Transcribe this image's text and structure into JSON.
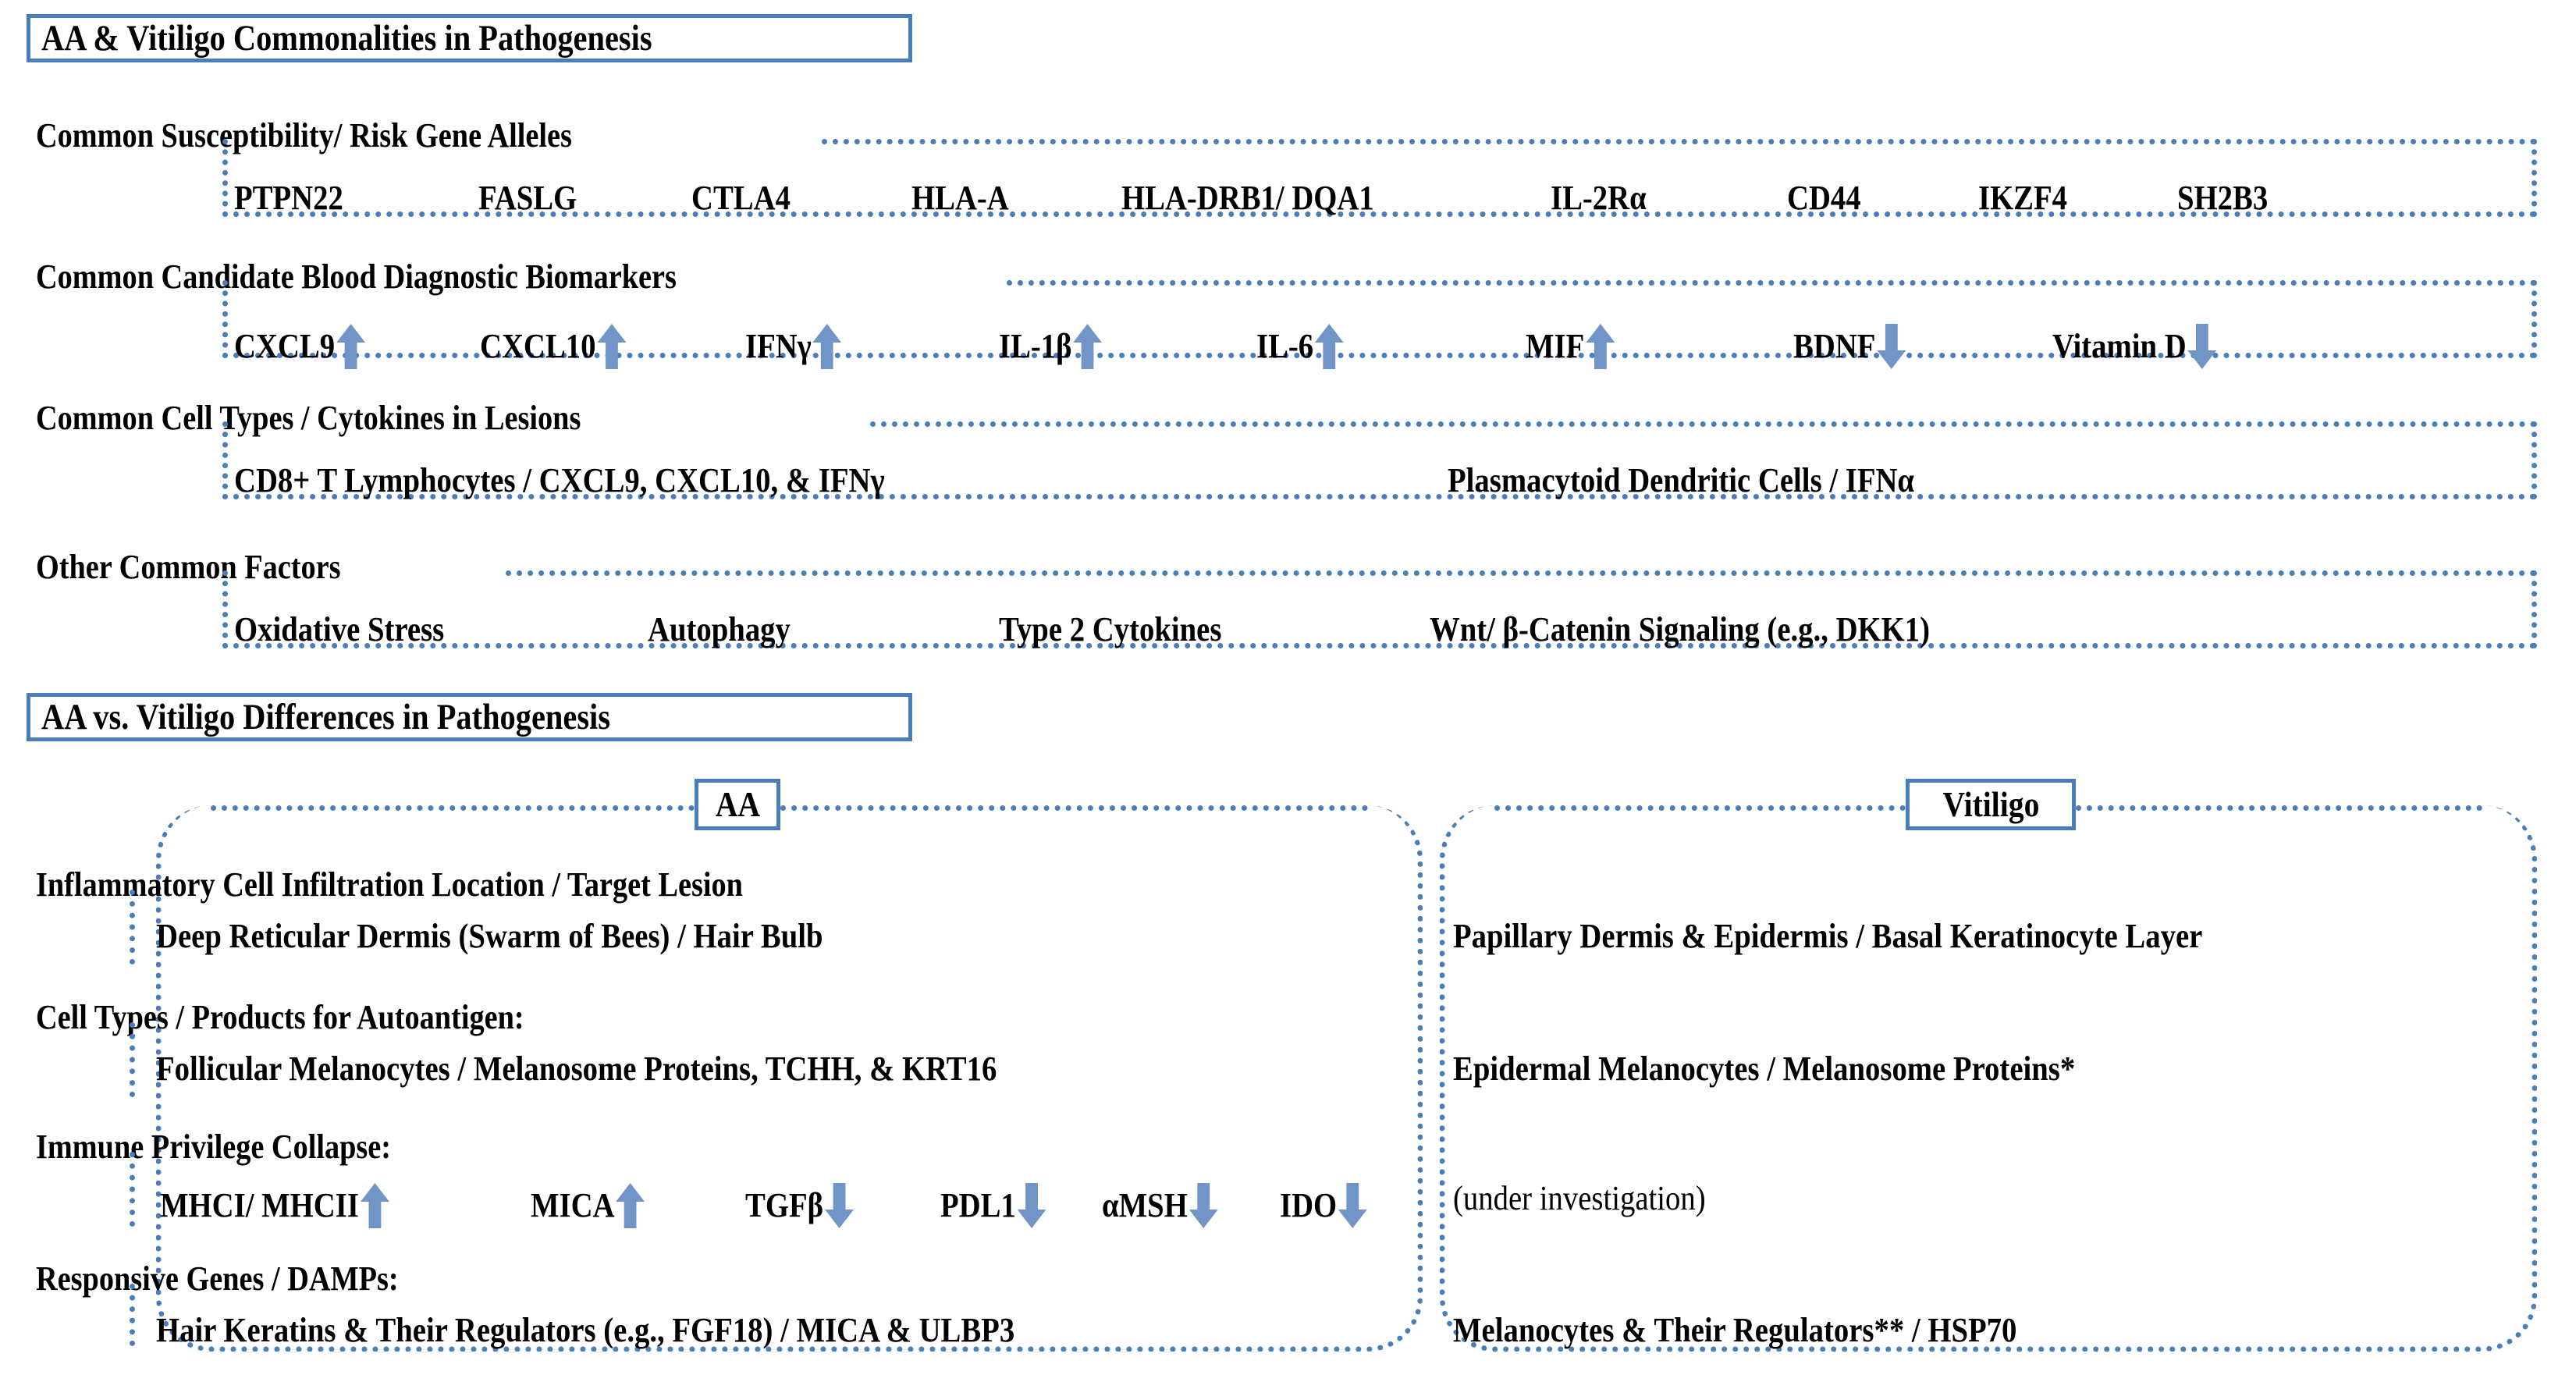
{
  "figure": {
    "accent_blue": "#4a7ebb",
    "arrow_blue": "#7295c8"
  },
  "section_commonalities": {
    "title": "AA & Vitiligo Commonalities in Pathogenesis",
    "rows": [
      {
        "label": "Common Susceptibility/ Risk Gene Alleles",
        "items": [
          {
            "text": "PTPN22",
            "arrow": "none"
          },
          {
            "text": "FASLG",
            "arrow": "none"
          },
          {
            "text": "CTLA4",
            "arrow": "none"
          },
          {
            "text": "HLA-A",
            "arrow": "none"
          },
          {
            "text": "HLA-DRB1/ DQA1",
            "arrow": "none"
          },
          {
            "text": "IL-2Rα",
            "arrow": "none"
          },
          {
            "text": "CD44",
            "arrow": "none"
          },
          {
            "text": "IKZF4",
            "arrow": "none"
          },
          {
            "text": "SH2B3",
            "arrow": "none"
          }
        ]
      },
      {
        "label": "Common Candidate Blood Diagnostic Biomarkers",
        "items": [
          {
            "text": "CXCL9",
            "arrow": "up"
          },
          {
            "text": "CXCL10",
            "arrow": "up"
          },
          {
            "text": "IFNγ",
            "arrow": "up"
          },
          {
            "text": "IL-1β",
            "arrow": "up"
          },
          {
            "text": "IL-6",
            "arrow": "up"
          },
          {
            "text": "MIF",
            "arrow": "up"
          },
          {
            "text": "BDNF",
            "arrow": "down"
          },
          {
            "text": "Vitamin D",
            "arrow": "down"
          }
        ]
      },
      {
        "label": "Common Cell Types / Cytokines in Lesions",
        "items": [
          {
            "text": "CD8+ T Lymphocytes / CXCL9, CXCL10, & IFNγ",
            "arrow": "none"
          },
          {
            "text": "Plasmacytoid Dendritic Cells / IFNα",
            "arrow": "none"
          }
        ]
      },
      {
        "label": "Other Common Factors",
        "items": [
          {
            "text": "Oxidative Stress",
            "arrow": "none"
          },
          {
            "text": "Autophagy",
            "arrow": "none"
          },
          {
            "text": "Type 2 Cytokines",
            "arrow": "none"
          },
          {
            "text": "Wnt/ β-Catenin Signaling (e.g., DKK1)",
            "arrow": "none"
          }
        ]
      }
    ]
  },
  "section_differences": {
    "title": "AA vs. Vitiligo Differences in Pathogenesis",
    "column_aa_label": "AA",
    "column_vitiligo_label": "Vitiligo",
    "rows": [
      {
        "label": "Inflammatory Cell Infiltration Location / Target Lesion",
        "aa": [
          {
            "text": "Deep Reticular Dermis (Swarm of Bees) / Hair Bulb",
            "arrow": "none"
          }
        ],
        "vitiligo": [
          {
            "text": "Papillary Dermis & Epidermis / Basal Keratinocyte Layer",
            "arrow": "none",
            "style": "bold"
          }
        ]
      },
      {
        "label": "Cell Types / Products for Autoantigen:",
        "aa": [
          {
            "text": "Follicular Melanocytes / Melanosome Proteins, TCHH, & KRT16",
            "arrow": "none"
          }
        ],
        "vitiligo": [
          {
            "text": "Epidermal Melanocytes / Melanosome Proteins*",
            "arrow": "none",
            "style": "bold"
          }
        ]
      },
      {
        "label": "Immune Privilege Collapse:",
        "aa": [
          {
            "text": "MHCI/ MHCII",
            "arrow": "up"
          },
          {
            "text": "MICA",
            "arrow": "up"
          },
          {
            "text": "TGFβ",
            "arrow": "down"
          },
          {
            "text": "PDL1",
            "arrow": "down"
          },
          {
            "text": "αMSH",
            "arrow": "down"
          },
          {
            "text": "IDO",
            "arrow": "down"
          }
        ],
        "vitiligo": [
          {
            "text": "(under investigation)",
            "arrow": "none",
            "style": "plain"
          }
        ]
      },
      {
        "label": "Responsive Genes / DAMPs:",
        "aa": [
          {
            "text": "Hair Keratins & Their Regulators (e.g., FGF18) / MICA & ULBP3",
            "arrow": "none"
          }
        ],
        "vitiligo": [
          {
            "text": "Melanocytes & Their Regulators** / HSP70",
            "arrow": "none",
            "style": "bold"
          }
        ]
      }
    ]
  }
}
